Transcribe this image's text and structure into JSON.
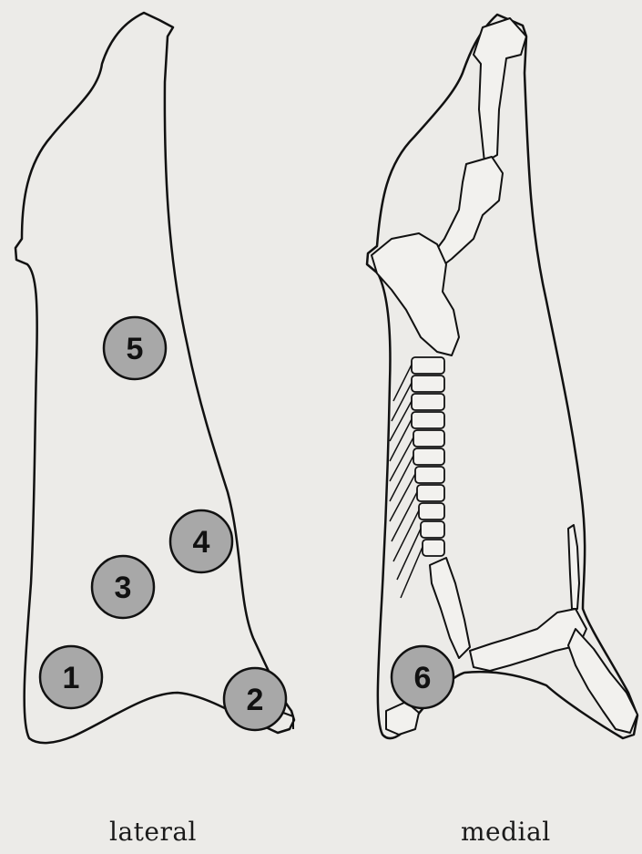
{
  "captions": {
    "lateral": "lateral",
    "medial": "medial"
  },
  "markers": [
    {
      "id": "5",
      "label": "5"
    },
    {
      "id": "4",
      "label": "4"
    },
    {
      "id": "3",
      "label": "3"
    },
    {
      "id": "1",
      "label": "1"
    },
    {
      "id": "2",
      "label": "2"
    },
    {
      "id": "6",
      "label": "6"
    }
  ],
  "colors": {
    "paper": "#ecebe8",
    "outline": "#111111",
    "marker_fill": "#a8a8a8",
    "bone_fill": "#f2f1ee"
  }
}
